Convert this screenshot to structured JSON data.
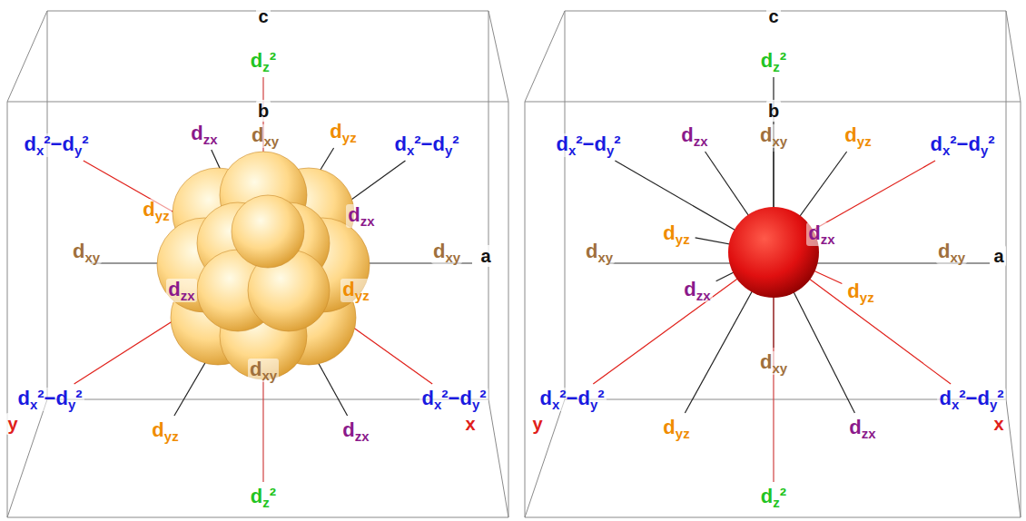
{
  "diagram": {
    "labels": [
      "c",
      "dz²",
      "dzx",
      "dyz",
      "b",
      "dx²−dy²",
      "dx²−dy²",
      "dxy",
      "dyz",
      "dzx",
      "dxy",
      "dxy",
      "a",
      "dzx",
      "dyz",
      "dx²−dy²",
      "y",
      "dx²−dy²",
      "x",
      "dxy",
      "dyz",
      "dzx",
      "dz²",
      "c",
      "dz²",
      "dzx",
      "dyz",
      "b",
      "dx²−dy²",
      "dx²−dy²",
      "dxy",
      "dyz",
      "dzx",
      "dxy",
      "dxy",
      "a",
      "dzx",
      "dyz",
      "dx²−dy²",
      "y",
      "dx²−dy²",
      "x",
      "dxy",
      "dyz",
      "dzx",
      "dz²"
    ]
  }
}
